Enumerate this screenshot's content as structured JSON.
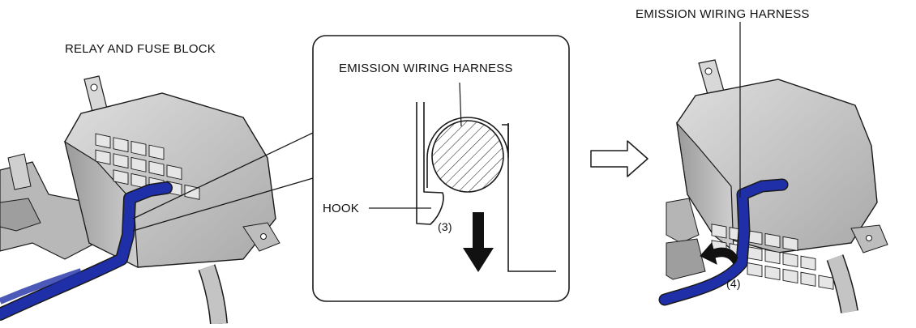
{
  "labels": {
    "relay_fuse_block": "RELAY AND FUSE BLOCK",
    "emission_harness_detail": "EMISSION WIRING HARNESS",
    "hook": "HOOK",
    "step_3": "(3)",
    "emission_harness_result": "EMISSION WIRING HARNESS",
    "step_4": "(4)"
  },
  "colors": {
    "harness": "#1f2fa8",
    "housing_fill": "#c9c9c9",
    "housing_shade": "#8f8f8f",
    "outline": "#1a1a1a",
    "arrow": "#111111"
  },
  "icons": {
    "transition": "hollow-right-arrow-icon",
    "push_down": "down-arrow-icon",
    "route": "curved-arrow-icon"
  }
}
